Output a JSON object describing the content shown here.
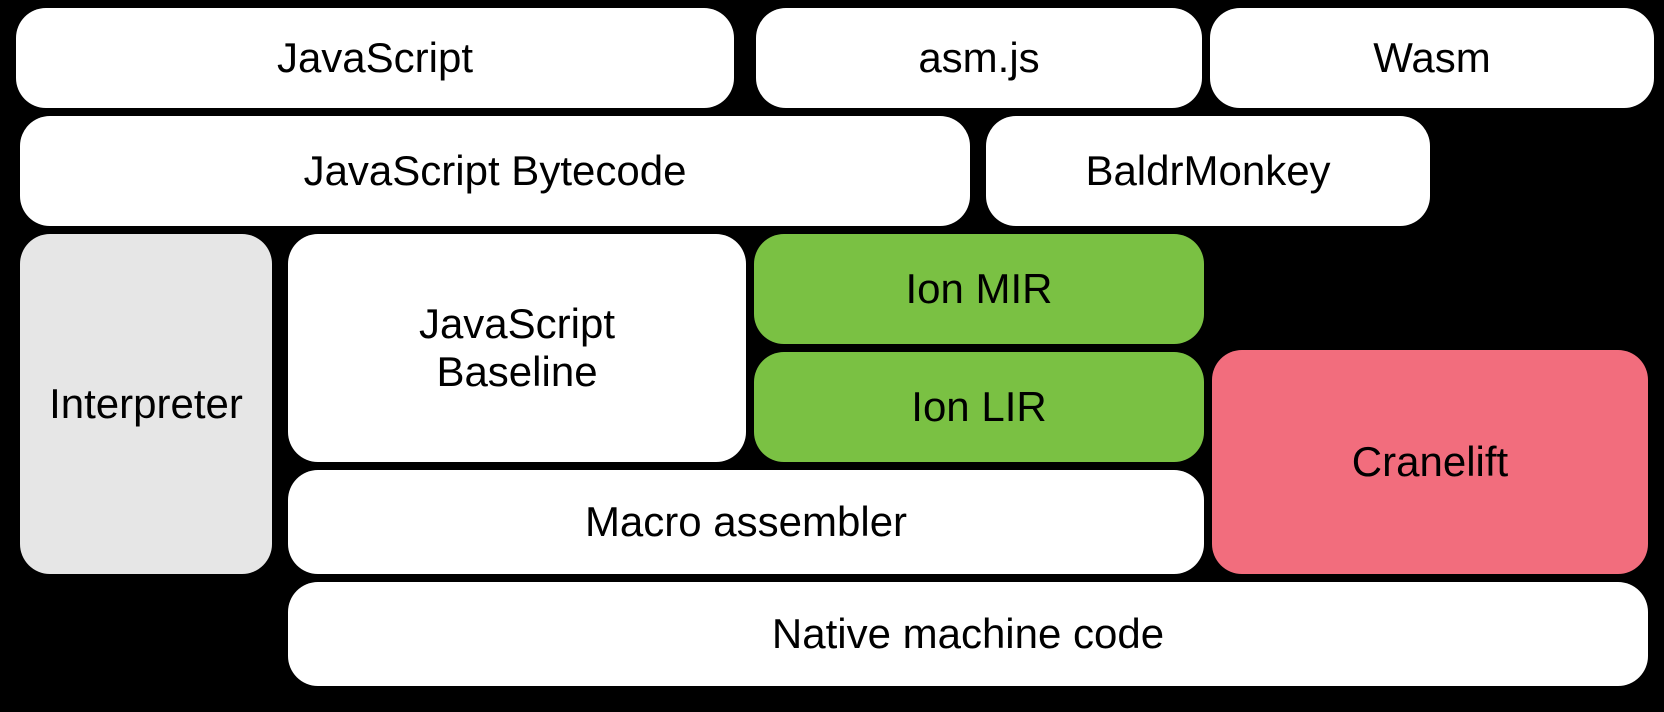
{
  "colors": {
    "background": "#000000",
    "box_default": "#ffffff",
    "box_interpreter_gray": "#e6e6e6",
    "box_ion_green": "#7ac143",
    "box_cranelift_pink": "#f26d7d",
    "text": "#000000"
  },
  "boxes": {
    "javascript": {
      "label": "JavaScript"
    },
    "asmjs": {
      "label": "asm.js"
    },
    "wasm": {
      "label": "Wasm"
    },
    "bytecode": {
      "label": "JavaScript Bytecode"
    },
    "baldrmonkey": {
      "label": "BaldrMonkey"
    },
    "interpreter": {
      "label": "Interpreter"
    },
    "baseline": {
      "label": "JavaScript Baseline"
    },
    "ion_mir": {
      "label": "Ion MIR"
    },
    "ion_lir": {
      "label": "Ion LIR"
    },
    "cranelift": {
      "label": "Cranelift"
    },
    "macro_assembler": {
      "label": "Macro assembler"
    },
    "native": {
      "label": "Native machine code"
    }
  }
}
